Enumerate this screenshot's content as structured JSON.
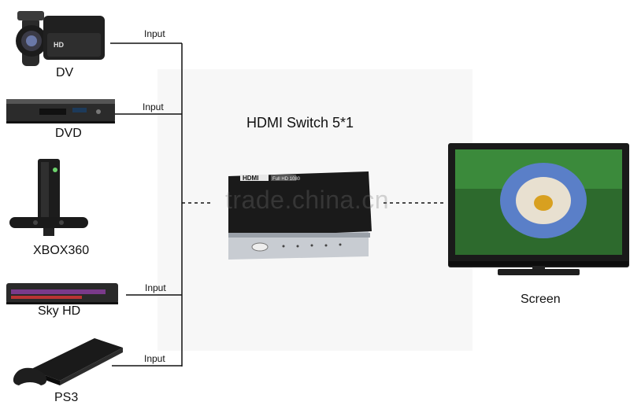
{
  "title": "HDMI Switch 5*1",
  "devices": [
    {
      "name": "DV",
      "input_label": "Input"
    },
    {
      "name": "DVD",
      "input_label": "Input"
    },
    {
      "name": "XBOX360",
      "input_label": ""
    },
    {
      "name": "Sky HD",
      "input_label": "Input"
    },
    {
      "name": "PS3",
      "input_label": "Input"
    }
  ],
  "switch": {
    "brand_label": "HDMI",
    "badge_label": "Full HD 1080"
  },
  "screen": {
    "label": "Screen"
  },
  "watermark": "trade.china.cn",
  "colors": {
    "line": "#111111",
    "switch_body": "#1a1a1a",
    "switch_trim": "#c8ccd2"
  }
}
